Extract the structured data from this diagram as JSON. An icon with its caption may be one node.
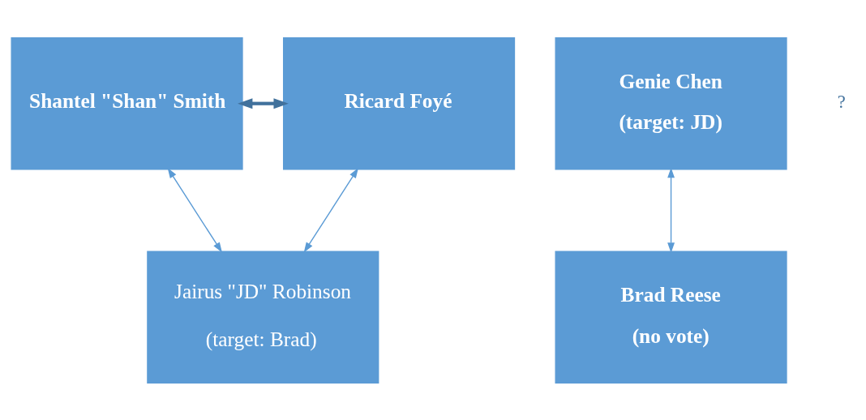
{
  "diagram": {
    "nodes": [
      {
        "text": [
          "Shantel \"Shan\" Smith"
        ]
      },
      {
        "text": [
          "Ricard Foyé"
        ]
      },
      {
        "text": [
          "Genie Chen",
          "(target: JD)"
        ]
      },
      {
        "text": [
          "Jairus \"JD\" Robinson",
          "(target: Brad)"
        ]
      },
      {
        "text": [
          "Brad Reese",
          "(no vote)"
        ]
      }
    ],
    "edges": [
      {
        "from": 0,
        "to": 1,
        "arrow": "both",
        "style": "thick",
        "color": "#41719c"
      },
      {
        "from": 0,
        "to": 3,
        "arrow": "both"
      },
      {
        "from": 1,
        "to": 3,
        "arrow": "both"
      },
      {
        "from": 2,
        "to": 4,
        "arrow": "both"
      }
    ],
    "labels": [
      "?"
    ]
  }
}
